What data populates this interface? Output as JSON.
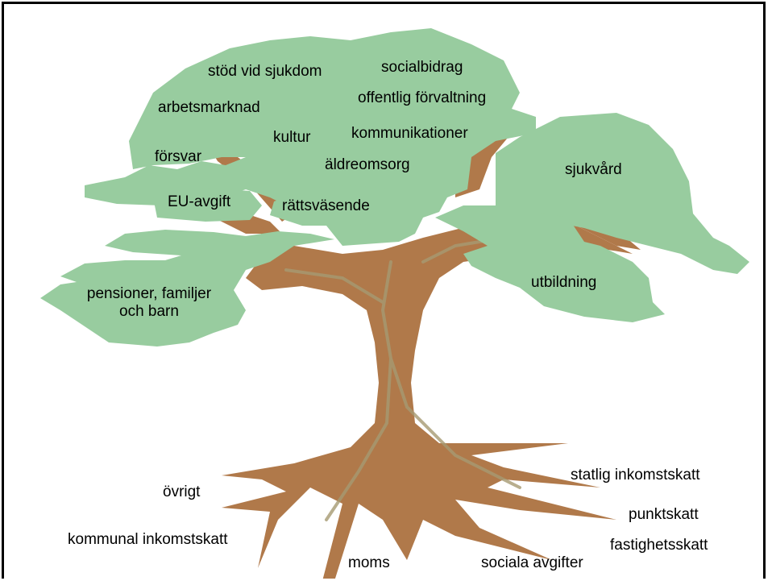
{
  "colors": {
    "foliage": "#98cc9f",
    "trunk": "#b0794a",
    "trunk_highlight": "#a69a72",
    "frame": "#000000"
  },
  "branches": {
    "stod_vid_sjukdom": "stöd vid sjukdom",
    "socialbidrag": "socialbidrag",
    "offentlig_forvaltning": "offentlig förvaltning",
    "arbetsmarknad": "arbetsmarknad",
    "kultur": "kultur",
    "kommunikationer": "kommunikationer",
    "forsvar": "försvar",
    "aldreomsorg": "äldreomsorg",
    "sjukvard": "sjukvård",
    "eu_avgift": "EU-avgift",
    "rattsvasende": "rättsväsende",
    "pensioner_line1": "pensioner, familjer",
    "pensioner_line2": "och barn",
    "utbildning": "utbildning"
  },
  "roots": {
    "ovrigt": "övrigt",
    "kommunal_inkomstskatt": "kommunal inkomstskatt",
    "moms": "moms",
    "statlig_inkomstskatt": "statlig inkomstskatt",
    "punktskatt": "punktskatt",
    "fastighetsskatt": "fastighetsskatt",
    "sociala_avgifter": "sociala avgifter"
  }
}
